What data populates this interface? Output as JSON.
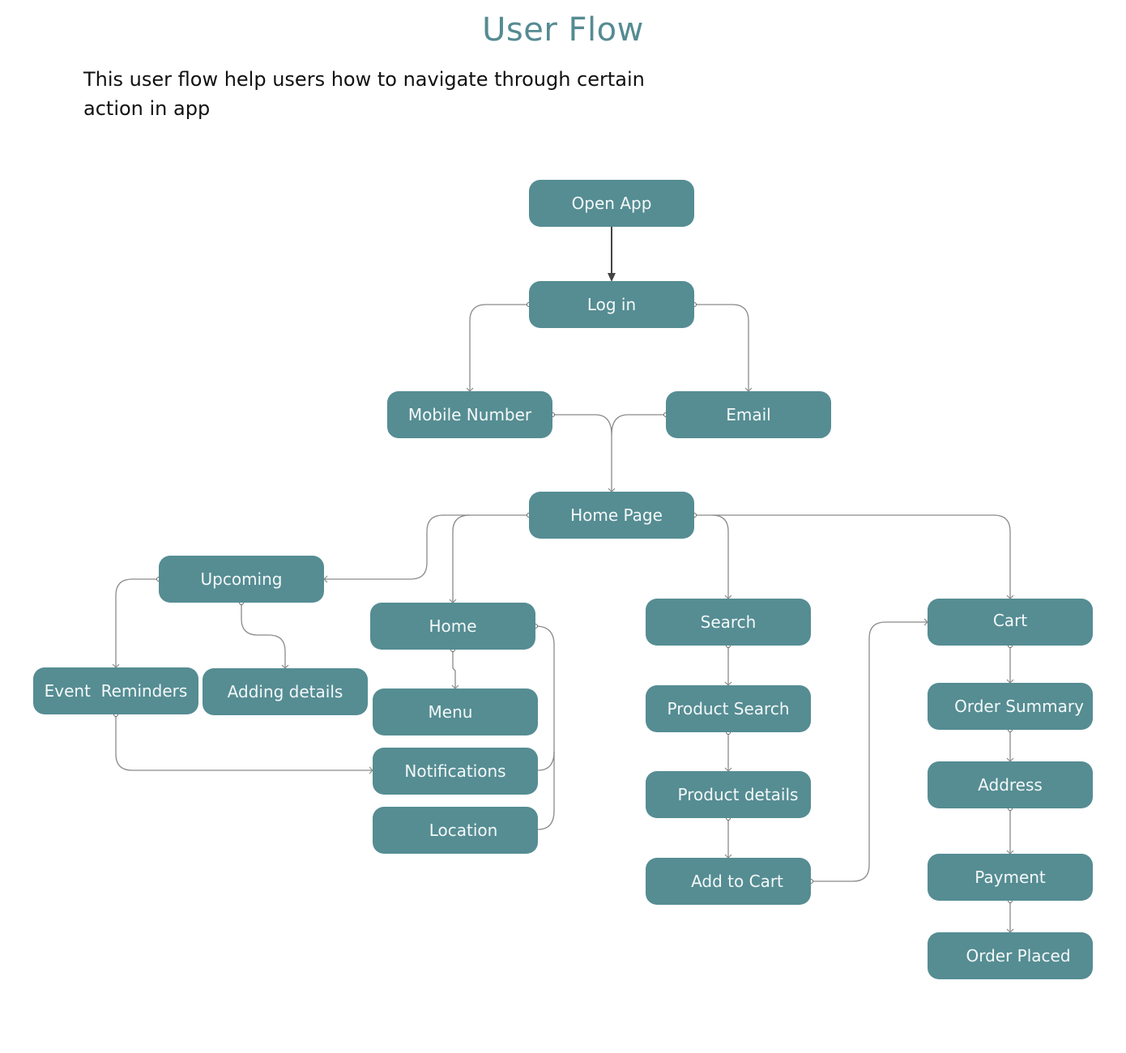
{
  "header": {
    "title": "User Flow",
    "subtitle": "This user flow help  users how to navigate through certain action in app"
  },
  "colors": {
    "node_fill": "#558d93",
    "node_text": "#f4f8f8",
    "title": "#558b92",
    "edge": "#8a8a8a",
    "edge_dark": "#444444"
  },
  "nodes": {
    "open_app": "Open App",
    "log_in": "Log in",
    "mobile_number": "Mobile Number",
    "email": "Email",
    "home_page": "Home Page",
    "upcoming": "Upcoming",
    "event_reminders": "Event  Reminders",
    "adding_details": "Adding details",
    "home": "Home",
    "menu": "Menu",
    "notifications": "Notifications",
    "location": "Location",
    "search": "Search",
    "product_search": "Product Search",
    "product_details": "Product details",
    "add_to_cart": "Add to Cart",
    "cart": "Cart",
    "order_summary": "Order Summary",
    "address": "Address",
    "payment": "Payment",
    "order_placed": "Order Placed"
  },
  "edges": [
    {
      "from": "Open App",
      "to": "Log in"
    },
    {
      "from": "Log in",
      "to": "Mobile Number"
    },
    {
      "from": "Log in",
      "to": "Email"
    },
    {
      "from": "Mobile Number",
      "to": "Home Page"
    },
    {
      "from": "Email",
      "to": "Home Page"
    },
    {
      "from": "Home Page",
      "to": "Upcoming"
    },
    {
      "from": "Home Page",
      "to": "Home"
    },
    {
      "from": "Home Page",
      "to": "Search"
    },
    {
      "from": "Home Page",
      "to": "Cart"
    },
    {
      "from": "Upcoming",
      "to": "Event  Reminders"
    },
    {
      "from": "Upcoming",
      "to": "Adding details"
    },
    {
      "from": "Event  Reminders",
      "to": "Notifications"
    },
    {
      "from": "Home",
      "to": "Menu"
    },
    {
      "from": "Home",
      "to": "Notifications"
    },
    {
      "from": "Home",
      "to": "Location"
    },
    {
      "from": "Search",
      "to": "Product Search"
    },
    {
      "from": "Product Search",
      "to": "Product details"
    },
    {
      "from": "Product details",
      "to": "Add to Cart"
    },
    {
      "from": "Add to Cart",
      "to": "Cart"
    },
    {
      "from": "Cart",
      "to": "Order Summary"
    },
    {
      "from": "Order Summary",
      "to": "Address"
    },
    {
      "from": "Address",
      "to": "Payment"
    },
    {
      "from": "Payment",
      "to": "Order Placed"
    }
  ]
}
